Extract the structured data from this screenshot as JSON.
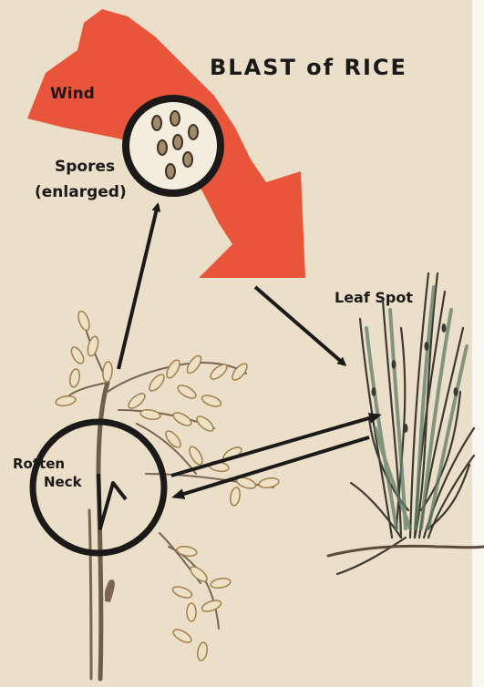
{
  "title": "BLAST of RICE",
  "labels": {
    "wind": "Wind",
    "spores_line1": "Spores",
    "spores_line2": "(enlarged)",
    "leaf_spot": "Leaf Spot",
    "rotten_line1": "Rotten",
    "rotten_line2": "Neck"
  },
  "colors": {
    "background": "#ecdfc9",
    "wind_arrow": "#e8553b",
    "ink": "#1b1a18",
    "plant_green": "#5f7d63",
    "grain": "#ede0c5",
    "grain_outline": "#9f7f4c"
  }
}
